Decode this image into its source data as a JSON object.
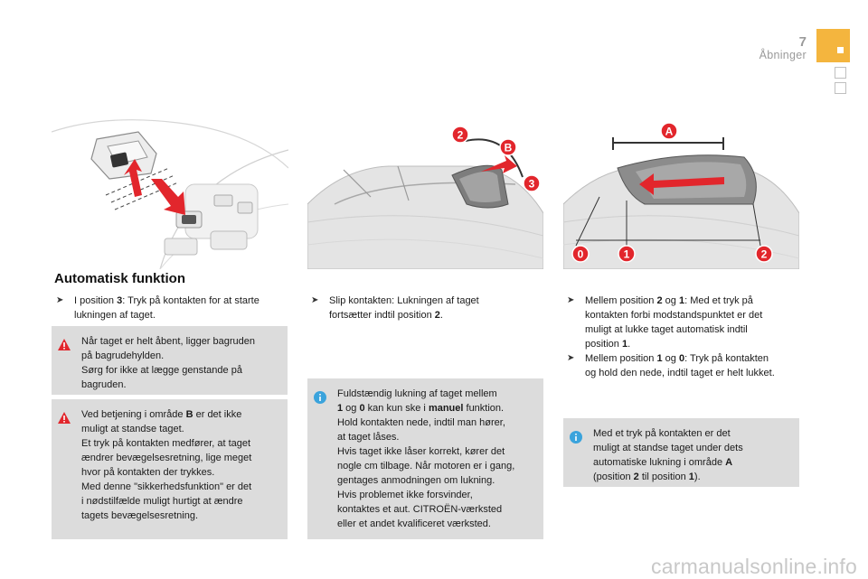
{
  "header": {
    "page_number": "7",
    "section": "Åbninger"
  },
  "title": "Automatisk funktion",
  "col1": {
    "bullet": {
      "pre": "I position ",
      "bold": "3",
      "post": ": Tryk på kontakten for at starte lukningen af taget."
    },
    "warning1": {
      "lines": [
        "Når taget er helt åbent, ligger bagruden",
        "på bagrudehylden.",
        "Sørg for ikke at lægge genstande på",
        "bagruden."
      ]
    },
    "warning2": {
      "l1_pre": "Ved betjening i område ",
      "l1_bold": "B",
      "l1_post": " er det ikke",
      "lines": [
        "muligt at standse taget.",
        "Et tryk på kontakten medfører, at taget",
        "ændrer bevægelsesretning, lige meget",
        "hvor på kontakten der trykkes.",
        "Med denne \"sikkerhedsfunktion\" er det",
        "i nødstilfælde muligt hurtigt at ændre",
        "tagets bevægelsesretning."
      ]
    }
  },
  "col2": {
    "bullet": {
      "l1": "Slip kontakten: Lukningen af taget",
      "l2_pre": "fortsætter indtil position ",
      "l2_bold": "2",
      "l2_post": "."
    },
    "info": {
      "l1": "Fuldstændig lukning af taget mellem",
      "l2_a": "1",
      "l2_b": " og ",
      "l2_c": "0",
      "l2_d": " kan kun ske i ",
      "l2_e": "manuel",
      "l2_f": " funktion.",
      "lines": [
        "Hold kontakten nede, indtil man hører,",
        "at taget låses.",
        "Hvis taget ikke låser korrekt, kører det",
        "nogle cm tilbage. Når motoren er i gang,",
        "gentages anmodningen om lukning.",
        "Hvis problemet ikke forsvinder,",
        "kontaktes et aut. CITROËN-værksted",
        "eller et andet kvalificeret værksted."
      ]
    }
  },
  "col3": {
    "bullet1": {
      "pre": "Mellem position ",
      "b1": "2",
      "mid": " og ",
      "b2": "1",
      "post": ": Med et tryk på",
      "lines": [
        "kontakten forbi modstandspunktet er det",
        "muligt at lukke taget automatisk indtil"
      ],
      "last_pre": "position ",
      "last_bold": "1",
      "last_post": "."
    },
    "bullet2": {
      "pre": "Mellem position ",
      "b1": "1",
      "mid": " og ",
      "b2": "0",
      "post": ": Tryk på kontakten",
      "l2": "og hold den nede, indtil taget er helt lukket."
    },
    "info": {
      "lines": [
        "Med et tryk på kontakten er det",
        "muligt at standse taget under dets",
        "automatiske lukning i område "
      ],
      "bold_A": "A",
      "l4_pre": "(position ",
      "l4_b1": "2",
      "l4_mid": " til position ",
      "l4_b2": "1",
      "l4_post": ")."
    }
  },
  "illustration_labels": {
    "img2": [
      "2",
      "B",
      "3"
    ],
    "img3": [
      "A",
      "0",
      "1",
      "2"
    ]
  },
  "colors": {
    "accent": "#f4b53e",
    "label_red": "#e2262c",
    "warning_red": "#e2262c",
    "info_blue": "#3aa3dc",
    "box_bg": "#dcdcdc"
  },
  "watermark": "carmanualsonline.info"
}
